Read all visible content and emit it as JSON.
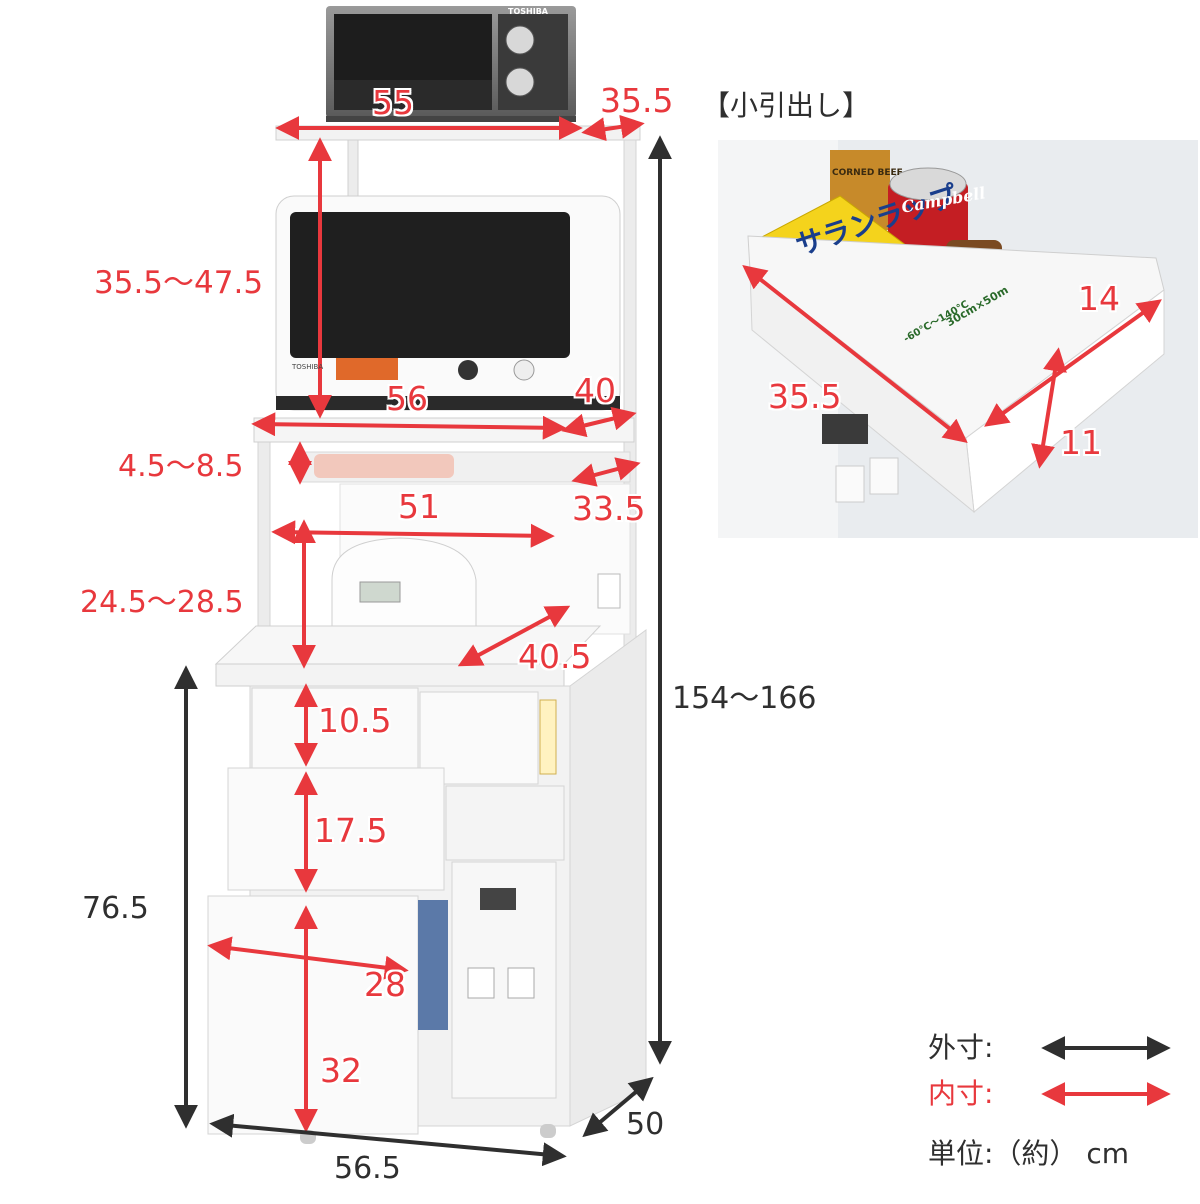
{
  "dimensions": {
    "top_shelf_width": "55",
    "top_shelf_depth": "35.5",
    "upper_gap": "35.5～47.5",
    "mid_shelf_width": "56",
    "mid_shelf_depth": "40",
    "wire_gap": "4.5～8.5",
    "wire_depth": "33.5",
    "slide_inner_width": "51",
    "slide_gap": "24.5～28.5",
    "slide_depth": "40.5",
    "small_drawer_height": "10.5",
    "middle_drawer_height": "17.5",
    "bottom_drawer_width": "28",
    "bottom_drawer_height": "32",
    "total_height": "154～166",
    "lower_height": "76.5",
    "total_width": "56.5",
    "total_depth": "50"
  },
  "inset": {
    "title": "【小引出し】",
    "depth": "35.5",
    "width": "14",
    "height": "11",
    "wrap_brand": "サランラップ",
    "wrap_spec": "30cm×50m",
    "wrap_temp": "-60℃～140℃",
    "can_brand": "Campbell",
    "box_text": "CORNED BEEF"
  },
  "legend": {
    "outer_label": "外寸:",
    "inner_label": "内寸:",
    "unit_label": "単位:（約） cm"
  },
  "appliances": {
    "toaster_brand": "TOSHIBA",
    "microwave_brand": "TOSHIBA"
  },
  "colors": {
    "inner_arrow": "#e8383d",
    "outer_arrow": "#2f2f2f",
    "furniture": "#f4f4f4"
  }
}
